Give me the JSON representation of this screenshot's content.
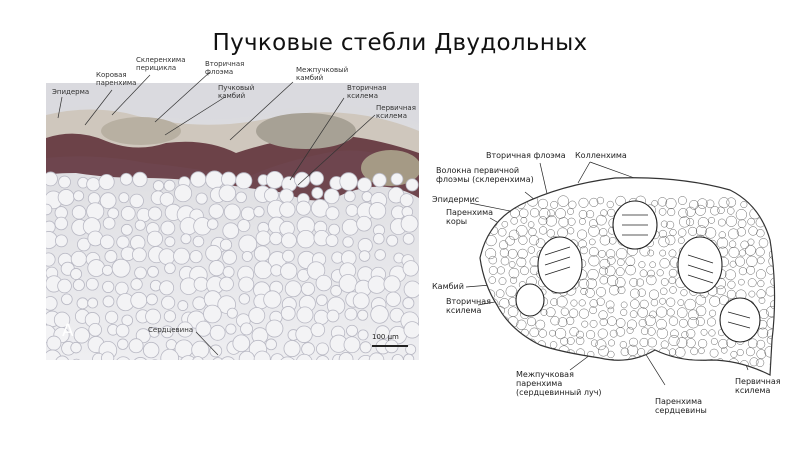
{
  "title": "Пучковые стебли Двудольных",
  "photo": {
    "panel_letter": "A",
    "scale_bar": "100 µm",
    "labels": {
      "epidermis": "Эпидерма",
      "cortex_parenchyma": "Коровая\nпаренхима",
      "pericycle_sclerenchyma": "Склеренхима\nперицикла",
      "secondary_phloem": "Вторичная\nфлоэма",
      "fascicular_cambium": "Пучковый\nкамбий",
      "interfascicular_cambium": "Межпучковый\nкамбий",
      "secondary_xylem": "Вторичная\nксилема",
      "primary_xylem": "Первичная\nксилема",
      "pith": "Сердцевина"
    }
  },
  "drawing": {
    "labels": {
      "secondary_phloem": "Вторичная флоэма",
      "collenchyma": "Колленхима",
      "primary_phloem_fibers": "Волокна первичной\nфлоэмы (склеренхима)",
      "epidermis": "Эпидермис",
      "cortex_parenchyma": "Паренхима\nкоры",
      "cambium": "Камбий",
      "secondary_xylem": "Вторичная\nксилема",
      "interfascicular_parenchyma": "Межпучковая\nпаренхима\n(сердцевинный луч)",
      "pith_parenchyma": "Паренхима\nсердцевины",
      "primary_xylem": "Первичная\nксилема"
    }
  },
  "colors": {
    "tissue_dark": "#5a2a34",
    "tissue_mid": "#8c6a62",
    "phloem_grey": "#b8b0a2",
    "pith_cell": "#f3f3f5",
    "cell_wall": "#b9b9c4"
  }
}
